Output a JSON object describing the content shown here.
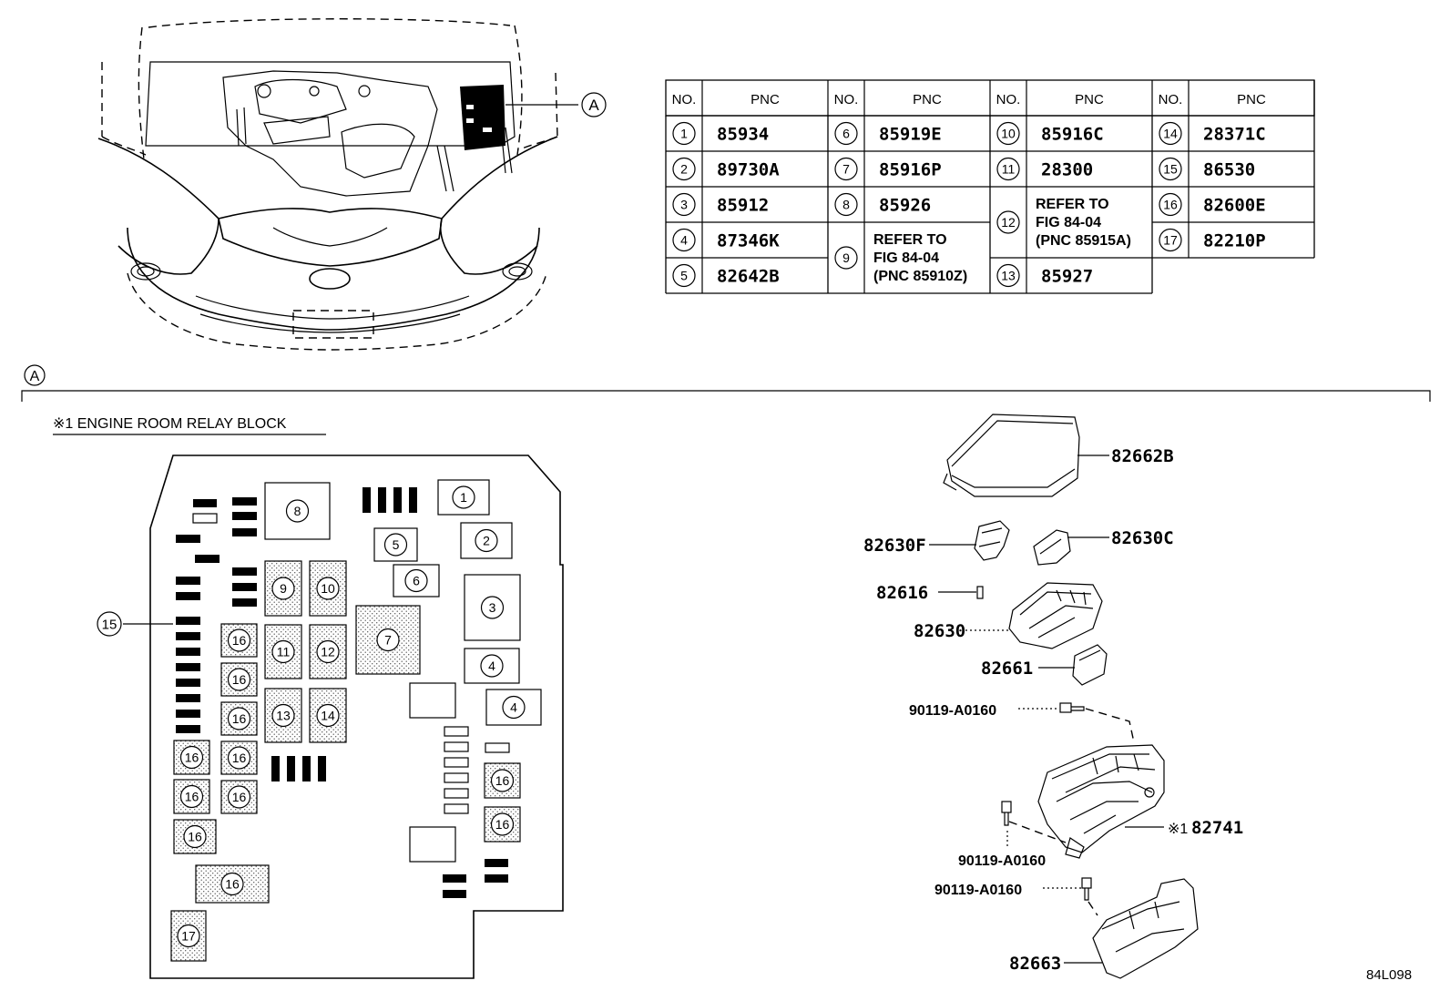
{
  "table": {
    "header_no": "NO.",
    "header_pnc": "PNC",
    "rows": [
      [
        {
          "no": "1",
          "pnc": "85934"
        },
        {
          "no": "6",
          "pnc": "85919E"
        },
        {
          "no": "10",
          "pnc": "85916C"
        },
        {
          "no": "14",
          "pnc": "28371C"
        }
      ],
      [
        {
          "no": "2",
          "pnc": "89730A"
        },
        {
          "no": "7",
          "pnc": "85916P"
        },
        {
          "no": "11",
          "pnc": "28300"
        },
        {
          "no": "15",
          "pnc": "86530"
        }
      ],
      [
        {
          "no": "3",
          "pnc": "85912"
        },
        {
          "no": "8",
          "pnc": "85926"
        },
        {
          "no": "12",
          "pnc": ""
        },
        {
          "no": "16",
          "pnc": "82600E"
        }
      ],
      [
        {
          "no": "4",
          "pnc": "87346K"
        },
        {
          "no": "9",
          "pnc": ""
        },
        {
          "no": "",
          "pnc": ""
        },
        {
          "no": "17",
          "pnc": "82210P"
        }
      ],
      [
        {
          "no": "5",
          "pnc": "82642B"
        },
        {
          "no": "",
          "pnc": ""
        },
        {
          "no": "13",
          "pnc": "85927"
        },
        {
          "no": "",
          "pnc": ""
        }
      ]
    ],
    "refer_9": [
      "REFER TO",
      "FIG 84-04",
      "(PNC 85910Z)"
    ],
    "refer_12": [
      "REFER TO",
      "FIG 84-04",
      "(PNC 85915A)"
    ]
  },
  "callout_a": "A",
  "section_marker": "A",
  "relay_block_title": "※1 ENGINE ROOM RELAY BLOCK",
  "relay_block": {
    "labels": [
      "8",
      "1",
      "2",
      "5",
      "6",
      "3",
      "9",
      "10",
      "7",
      "11",
      "12",
      "4",
      "4",
      "13",
      "14",
      "16",
      "16",
      "16",
      "16",
      "16",
      "16",
      "16",
      "16",
      "16",
      "16",
      "16",
      "17",
      "15"
    ]
  },
  "parts": {
    "p82662B": "82662B",
    "p82630F": "82630F",
    "p82630C": "82630C",
    "p82616": "82616",
    "p82630": "82630",
    "p82661": "82661",
    "bolt1": "90119-A0160",
    "p82741_mark": "※1",
    "p82741": "82741",
    "bolt2": "90119-A0160",
    "bolt3": "90119-A0160",
    "p82663": "82663"
  },
  "figure_code": "84L098"
}
